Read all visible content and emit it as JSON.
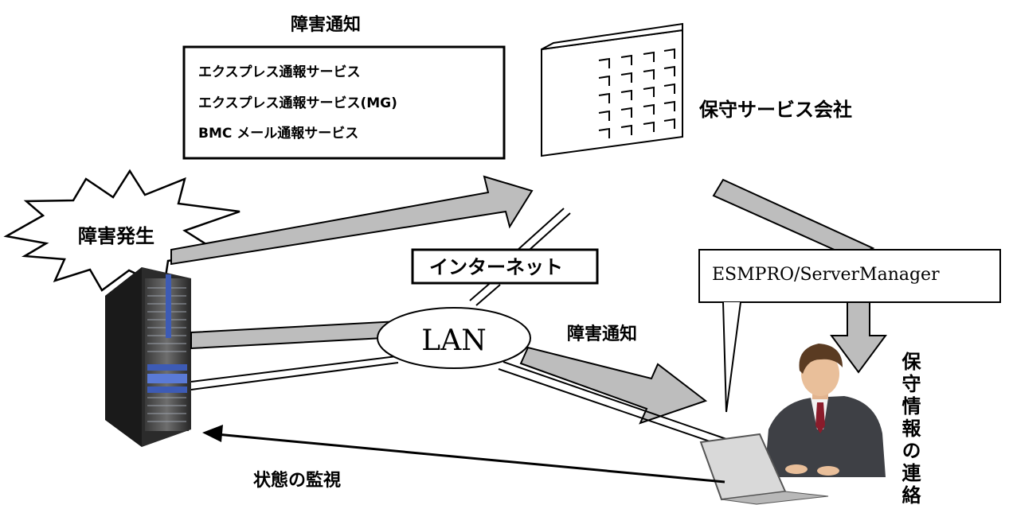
{
  "notice_top": "障害通知",
  "notification_services": [
    "エクスプレス通報サービス",
    "エクスプレス通報サービス(MG)",
    "BMC メール通報サービス"
  ],
  "maintenance_company": "保守サービス会社",
  "failure_burst": "障害発生",
  "internet_label": "インターネット",
  "lan_label": "LAN",
  "notice_lan": "障害通知",
  "esmpro_label": "ESMPRO/ServerManager",
  "maintenance_contact": "保守情報の連絡",
  "status_monitor": "状態の監視"
}
